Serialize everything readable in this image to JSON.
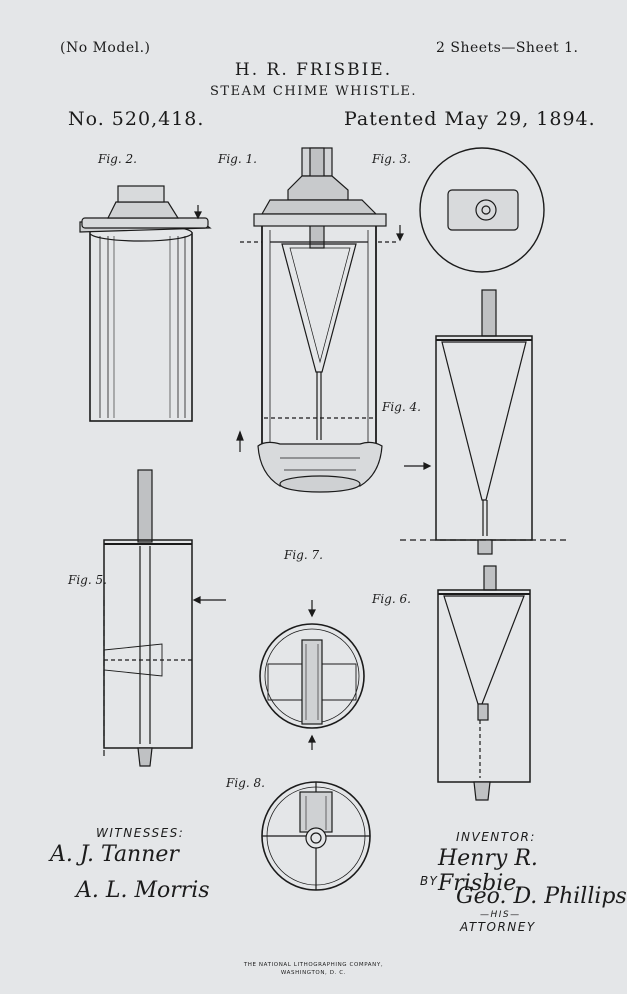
{
  "header": {
    "model_note": "(No Model.)",
    "sheets": "2 Sheets—Sheet 1.",
    "inventor_name": "H. R. FRISBIE.",
    "title": "STEAM CHIME WHISTLE.",
    "patent_number": "No. 520,418.",
    "patent_date": "Patented May 29, 1894."
  },
  "figures": {
    "fig1": "Fig. 1.",
    "fig2": "Fig. 2.",
    "fig3": "Fig. 3.",
    "fig4": "Fig. 4.",
    "fig5": "Fig. 5.",
    "fig6": "Fig. 6.",
    "fig7": "Fig. 7.",
    "fig8": "Fig. 8."
  },
  "signatures": {
    "witnesses_label": "WITNESSES:",
    "witness_1": "A. J. Tanner",
    "witness_2": "A. L. Morris",
    "inventor_label": "INVENTOR:",
    "inventor_signature": "Henry R. Frisbie.",
    "by_label": "BY",
    "attorney_signature": "Geo. D. Phillips",
    "his_label": "—HIS—",
    "attorney_label": "ATTORNEY"
  },
  "footer": {
    "line1": "THE NATIONAL LITHOGRAPHING COMPANY,",
    "line2": "WASHINGTON, D. C."
  }
}
